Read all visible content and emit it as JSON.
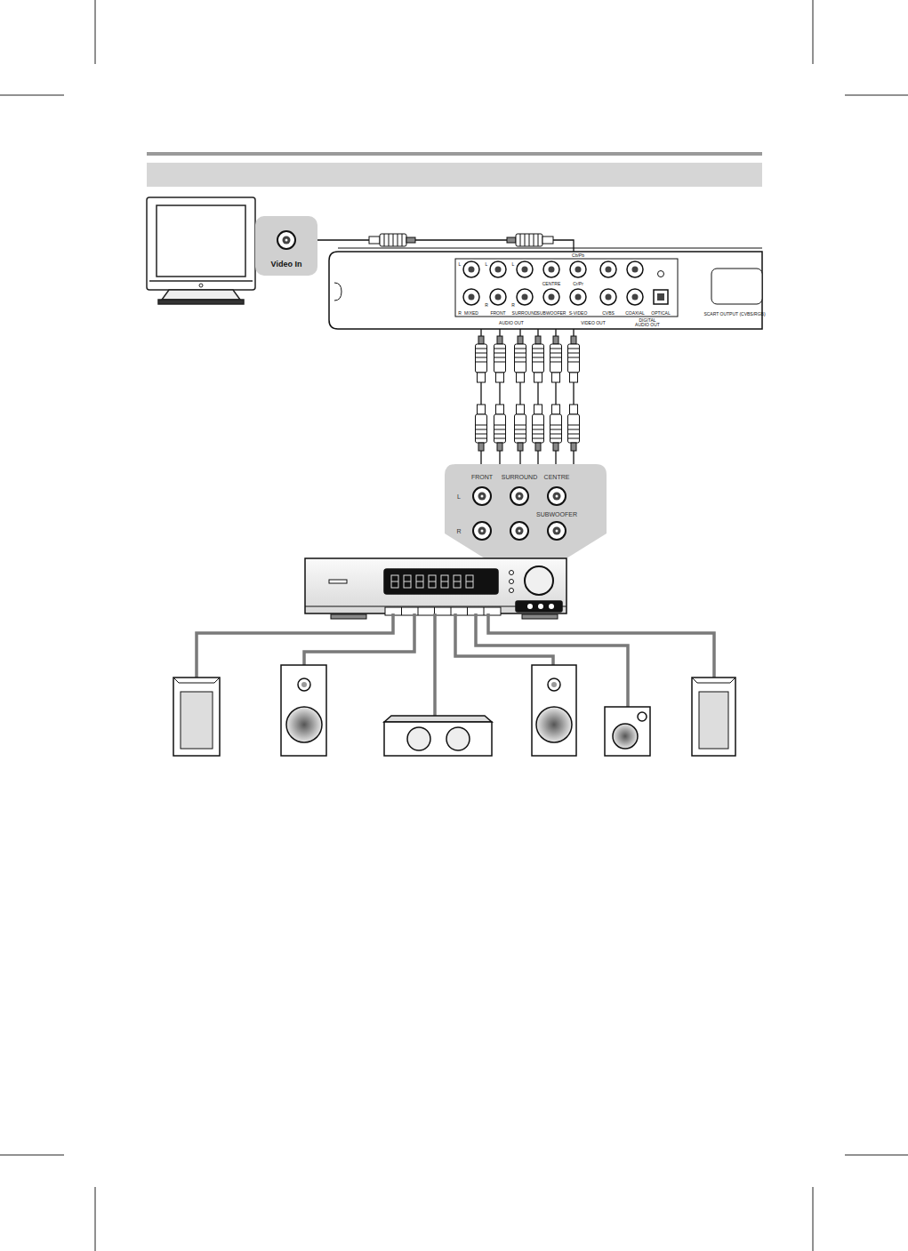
{
  "diagram": {
    "nodes": [
      {
        "text": [
          "Video In"
        ]
      },
      {
        "text": [
          "L",
          "L",
          "L",
          "Cb/Pb",
          "CENTRE",
          "Cr/Pr",
          "R",
          "R",
          "R",
          "MIXED",
          "FRONT",
          "SURROUND",
          "SUBWOOFER",
          "S-VIDEO",
          "CVBS",
          "COAXIAL",
          "OPTICAL",
          "SCART OUTPUT (CVBS/RGB)",
          "AUDIO OUT",
          "VIDEO OUT",
          "DIGITAL AUDIO OUT"
        ]
      },
      {
        "text": [
          "FRONT",
          "SURROUND",
          "CENTRE",
          "L",
          "R",
          "SUBWOOFER"
        ]
      }
    ],
    "edges": [
      {
        "from": 1,
        "to": 0,
        "arrow": "none"
      },
      {
        "from": 1,
        "to": 2,
        "arrow": "none"
      },
      {
        "from": 1,
        "to": 2,
        "arrow": "none"
      },
      {
        "from": 1,
        "to": 2,
        "arrow": "none"
      },
      {
        "from": 1,
        "to": 2,
        "arrow": "none"
      },
      {
        "from": 1,
        "to": 2,
        "arrow": "none"
      },
      {
        "from": 1,
        "to": 2,
        "arrow": "none"
      }
    ]
  }
}
